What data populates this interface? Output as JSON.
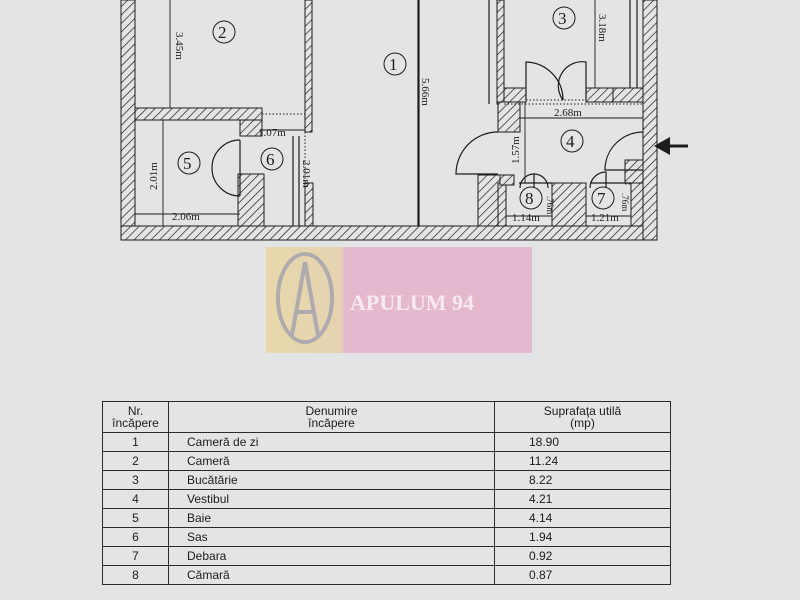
{
  "rooms": {
    "r1": "1",
    "r2": "2",
    "r3": "3",
    "r4": "4",
    "r5": "5",
    "r6": "6",
    "r7": "7",
    "r8": "8"
  },
  "dimensions": {
    "d_r2_height": "3.45m",
    "d_r1_height": "5.66m",
    "d_r3_height": "3.18m",
    "d_r4_width": "2.68m",
    "d_r4_height": "1.57m",
    "d_r6_width": "1.07m",
    "d_r5_height": "2.01m",
    "d_r6_height": "2.01m",
    "d_r5_width": "2.06m",
    "d_r8_width": "1.14m",
    "d_r8_depth": ".76m",
    "d_r7_width": "1.21m",
    "d_r7_depth": ".76m"
  },
  "watermark": {
    "text": "APULUM 94"
  },
  "table": {
    "headers": [
      "Nr.\nîncăpere",
      "Denumire\nîncăpere",
      "Suprafaţa utilă\n(mp)"
    ],
    "rows": [
      {
        "nr": "1",
        "name": "Cameră de zi",
        "area": "18.90"
      },
      {
        "nr": "2",
        "name": "Cameră",
        "area": "11.24"
      },
      {
        "nr": "3",
        "name": "Bucătărie",
        "area": "8.22"
      },
      {
        "nr": "4",
        "name": "Vestibul",
        "area": "4.21"
      },
      {
        "nr": "5",
        "name": "Baie",
        "area": "4.14"
      },
      {
        "nr": "6",
        "name": "Sas",
        "area": "1.94"
      },
      {
        "nr": "7",
        "name": "Debara",
        "area": "0.92"
      },
      {
        "nr": "8",
        "name": "Cămară",
        "area": "0.87"
      }
    ]
  },
  "colors": {
    "wall_hatch": "#1c1c1c",
    "paper": "#e3e4e6",
    "watermark_yellow": "#e8d7a0",
    "watermark_pink": "#e4b0c9"
  }
}
